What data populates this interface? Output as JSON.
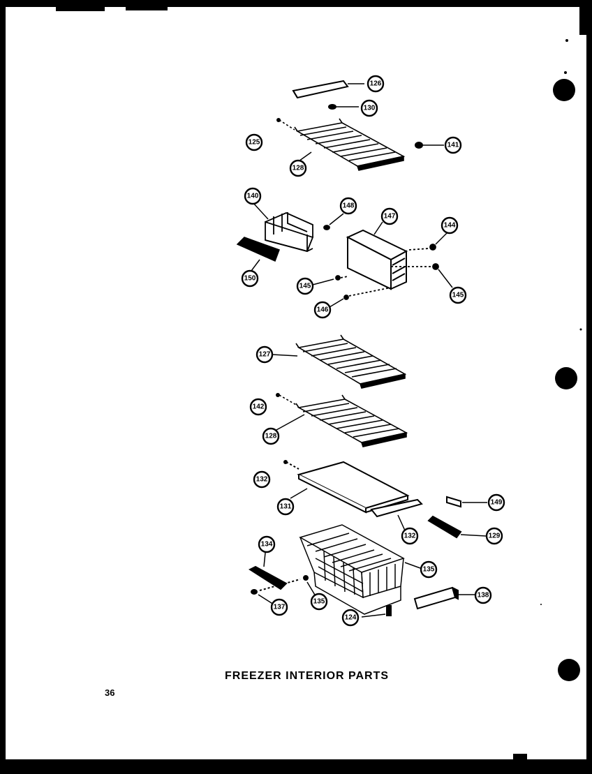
{
  "page": {
    "title": "FREEZER INTERIOR PARTS",
    "page_number": "36"
  },
  "callouts": [
    {
      "id": "c1",
      "label": "126"
    },
    {
      "id": "c2",
      "label": "130"
    },
    {
      "id": "c3",
      "label": "125"
    },
    {
      "id": "c4",
      "label": "128"
    },
    {
      "id": "c5",
      "label": "141"
    },
    {
      "id": "c6",
      "label": "140"
    },
    {
      "id": "c7",
      "label": "148"
    },
    {
      "id": "c8",
      "label": "147"
    },
    {
      "id": "c9",
      "label": "144"
    },
    {
      "id": "c10",
      "label": "150"
    },
    {
      "id": "c11",
      "label": "145"
    },
    {
      "id": "c12",
      "label": "145"
    },
    {
      "id": "c13",
      "label": "146"
    },
    {
      "id": "c14",
      "label": "127"
    },
    {
      "id": "c15",
      "label": "142"
    },
    {
      "id": "c16",
      "label": "128"
    },
    {
      "id": "c17",
      "label": "132"
    },
    {
      "id": "c18",
      "label": "131"
    },
    {
      "id": "c19",
      "label": "149"
    },
    {
      "id": "c20",
      "label": "132"
    },
    {
      "id": "c21",
      "label": "129"
    },
    {
      "id": "c22",
      "label": "134"
    },
    {
      "id": "c23",
      "label": "135"
    },
    {
      "id": "c24",
      "label": "137"
    },
    {
      "id": "c25",
      "label": "135"
    },
    {
      "id": "c26",
      "label": "138"
    },
    {
      "id": "c27",
      "label": "124"
    }
  ]
}
